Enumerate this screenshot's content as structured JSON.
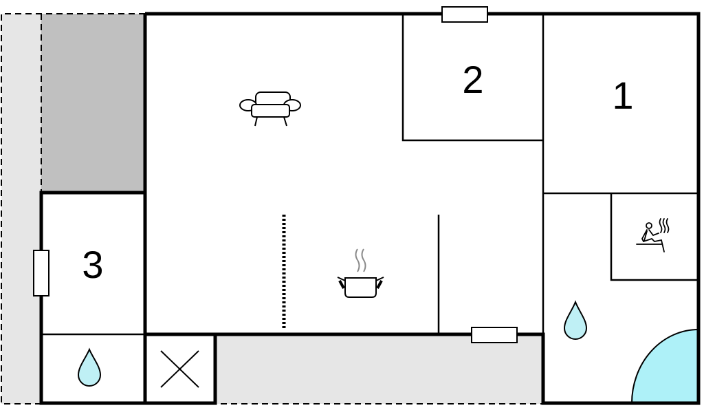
{
  "floor_plan": {
    "room_labels": {
      "room_1": "1",
      "room_2": "2",
      "room_3": "3"
    },
    "icons": [
      "sofa-icon",
      "cooking-pot-icon",
      "sauna-icon",
      "water-drop-icon",
      "shower-icon",
      "technical-room-icon",
      "window-icon"
    ],
    "colors": {
      "wall": "#000000",
      "terrace": "#e6e6e6",
      "storage_area": "#c0c0c0",
      "water": "#bff0f5",
      "water_outline": "#000000",
      "shower": "#aef1f8"
    }
  }
}
